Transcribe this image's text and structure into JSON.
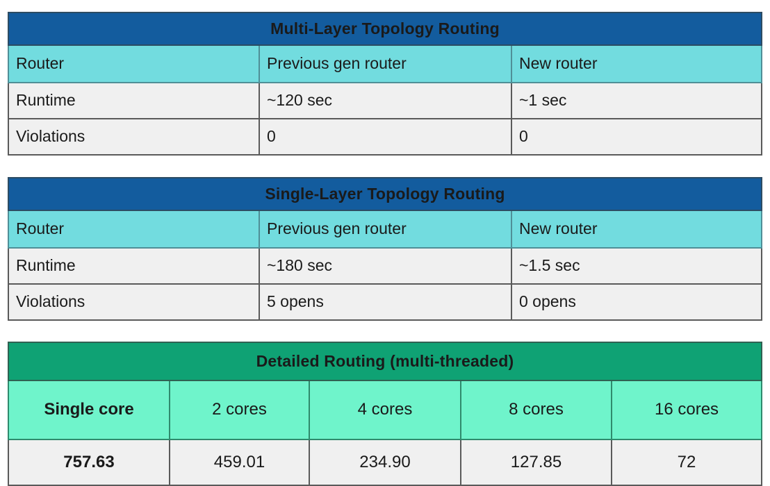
{
  "tables": [
    {
      "id": "multi-layer",
      "title": "Multi-Layer Topology Routing",
      "title_color": "#135C9E",
      "header_color": "#72DCDF",
      "columns": [
        "Router",
        "Previous gen router",
        "New router"
      ],
      "rows": [
        {
          "label": "Runtime",
          "previous": "~120 sec",
          "new": "~1 sec"
        },
        {
          "label": "Violations",
          "previous": "0",
          "new": "0"
        }
      ]
    },
    {
      "id": "single-layer",
      "title": "Single-Layer Topology Routing",
      "title_color": "#135C9E",
      "header_color": "#72DCDF",
      "columns": [
        "Router",
        "Previous gen router",
        "New router"
      ],
      "rows": [
        {
          "label": "Runtime",
          "previous": "~180 sec",
          "new": "~1.5 sec"
        },
        {
          "label": "Violations",
          "previous": "5 opens",
          "new": "0 opens"
        }
      ]
    },
    {
      "id": "detailed-routing",
      "title": "Detailed Routing (multi-threaded)",
      "title_color": "#0FA274",
      "header_color": "#6FF4CB",
      "columns": [
        "Single core",
        "2 cores",
        "4 cores",
        "8 cores",
        "16 cores"
      ],
      "values": [
        "757.63",
        "459.01",
        "234.90",
        "127.85",
        "72"
      ]
    }
  ]
}
